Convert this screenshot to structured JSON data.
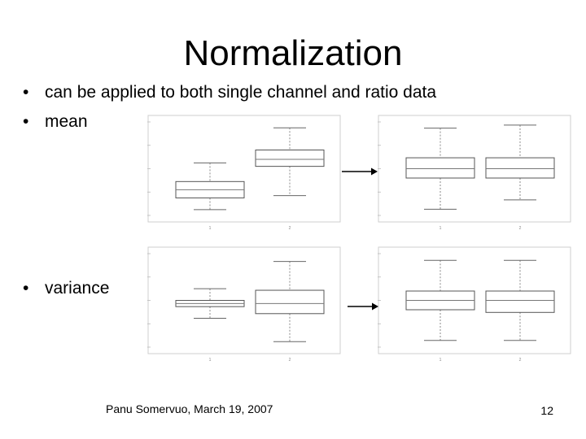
{
  "slide": {
    "title": "Normalization",
    "bullets": [
      {
        "marker": "•",
        "text": "can be applied to both single channel and ratio data"
      },
      {
        "marker": "•",
        "text": "mean"
      },
      {
        "marker": "•",
        "text": "variance"
      }
    ],
    "footer": "Panu Somervuo, March 19, 2007",
    "page_number": "12"
  },
  "figures": {
    "mean_normalization": {
      "before": {
        "type": "boxplot",
        "categories": [
          "1",
          "2"
        ],
        "boxes": [
          {
            "whisker_low": 10.0,
            "q1": 11.0,
            "median": 11.7,
            "q3": 12.4,
            "whisker_high": 14.0
          },
          {
            "whisker_low": 11.2,
            "q1": 13.7,
            "median": 14.3,
            "q3": 15.1,
            "whisker_high": 17.0
          }
        ],
        "ylim": [
          9.5,
          17.5
        ]
      },
      "after": {
        "type": "boxplot",
        "categories": [
          "1",
          "2"
        ],
        "boxes": [
          {
            "whisker_low": -2.6,
            "q1": -0.6,
            "median": 0.0,
            "q3": 0.7,
            "whisker_high": 2.6
          },
          {
            "whisker_low": -2.0,
            "q1": -0.6,
            "median": 0.0,
            "q3": 0.7,
            "whisker_high": 2.8
          }
        ],
        "ylim": [
          -3.0,
          3.0
        ]
      }
    },
    "variance_normalization": {
      "before": {
        "type": "boxplot",
        "categories": [
          "1",
          "2"
        ],
        "boxes": [
          {
            "whisker_low": 13.2,
            "q1": 14.7,
            "median": 15.1,
            "q3": 15.5,
            "whisker_high": 17.0
          },
          {
            "whisker_low": 10.2,
            "q1": 13.8,
            "median": 15.1,
            "q3": 16.8,
            "whisker_high": 20.5
          }
        ],
        "ylim": [
          9.5,
          21.5
        ]
      },
      "after": {
        "type": "boxplot",
        "categories": [
          "1",
          "2"
        ],
        "boxes": [
          {
            "whisker_low": -3.0,
            "q1": -0.7,
            "median": 0.0,
            "q3": 0.7,
            "whisker_high": 3.0
          },
          {
            "whisker_low": -3.0,
            "q1": -0.9,
            "median": 0.0,
            "q3": 0.7,
            "whisker_high": 3.0
          }
        ],
        "ylim": [
          -3.5,
          3.5
        ]
      }
    }
  }
}
